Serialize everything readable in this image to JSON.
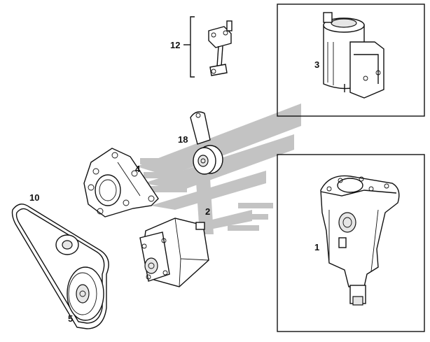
{
  "parts": [
    {
      "number": "1"
    },
    {
      "number": "2"
    },
    {
      "number": "3"
    },
    {
      "number": "4"
    },
    {
      "number": "5"
    },
    {
      "number": "10"
    },
    {
      "number": "12"
    },
    {
      "number": "18"
    }
  ],
  "watermark_color": "#b4b4b4",
  "line_color": "#111111"
}
